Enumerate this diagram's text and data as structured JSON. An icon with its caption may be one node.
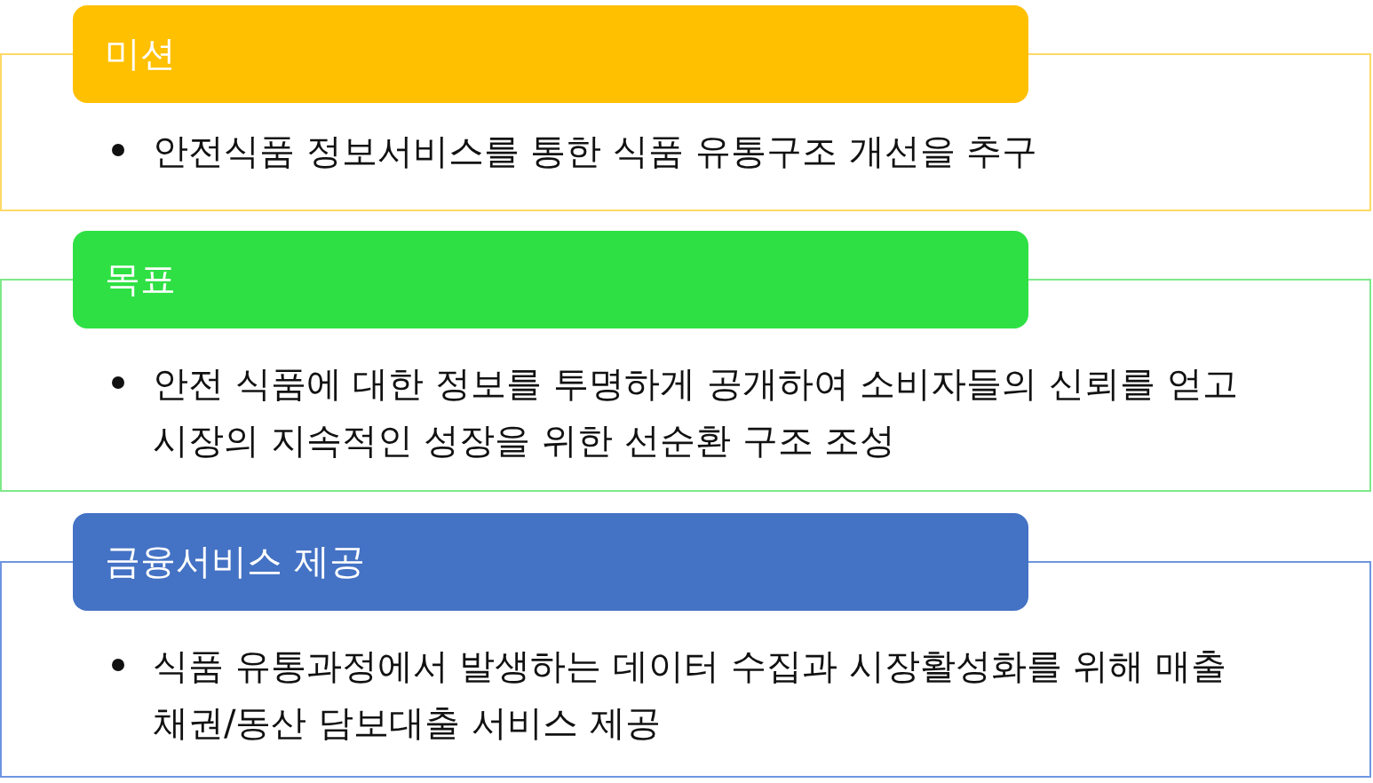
{
  "diagram": {
    "nodes": [
      {
        "text": [
          "미션",
          "안전식품 정보서비스를 통한 식품 유통구조 개선을 추구"
        ]
      },
      {
        "text": [
          "목표",
          "안전 식품에 대한 정보를 투명하게 공개하여 소비자들의 신뢰를 얻고 시장의 지속적인 성장을 위한 선순환 구조 조성"
        ]
      },
      {
        "text": [
          "금융서비스 제공",
          "식품 유통과정에서 발생하는 데이터 수집과 시장활성화를 위해 매출채권/동산 담보대출 서비스 제공"
        ]
      }
    ]
  }
}
